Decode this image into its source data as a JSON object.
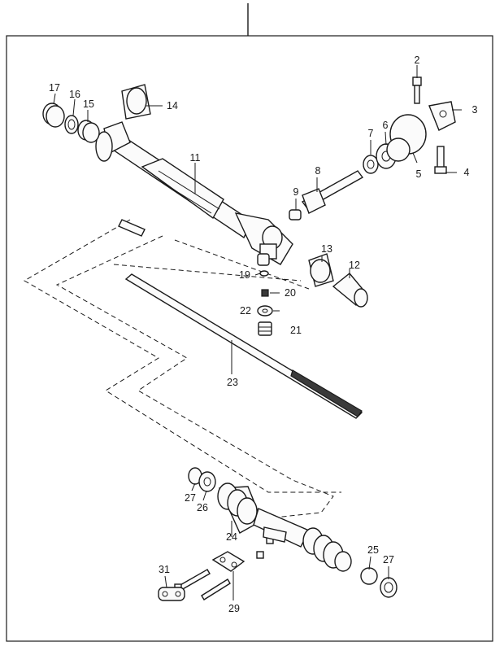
{
  "diagram": {
    "callouts": [
      {
        "id": "c2",
        "text": "2"
      },
      {
        "id": "c3",
        "text": "3"
      },
      {
        "id": "c4",
        "text": "4"
      },
      {
        "id": "c5",
        "text": "5"
      },
      {
        "id": "c6",
        "text": "6"
      },
      {
        "id": "c7",
        "text": "7"
      },
      {
        "id": "c8",
        "text": "8"
      },
      {
        "id": "c9",
        "text": "9"
      },
      {
        "id": "c11",
        "text": "11"
      },
      {
        "id": "c12",
        "text": "12"
      },
      {
        "id": "c13",
        "text": "13"
      },
      {
        "id": "c14",
        "text": "14"
      },
      {
        "id": "c15",
        "text": "15"
      },
      {
        "id": "c16",
        "text": "16"
      },
      {
        "id": "c17",
        "text": "17"
      },
      {
        "id": "c19",
        "text": "19"
      },
      {
        "id": "c20",
        "text": "20"
      },
      {
        "id": "c21",
        "text": "21"
      },
      {
        "id": "c22",
        "text": "22"
      },
      {
        "id": "c23",
        "text": "23"
      },
      {
        "id": "c24",
        "text": "24"
      },
      {
        "id": "c25",
        "text": "25"
      },
      {
        "id": "c26",
        "text": "26"
      },
      {
        "id": "c27a",
        "text": "27"
      },
      {
        "id": "c27b",
        "text": "27"
      },
      {
        "id": "c29",
        "text": "29"
      },
      {
        "id": "c31",
        "text": "31"
      }
    ]
  }
}
